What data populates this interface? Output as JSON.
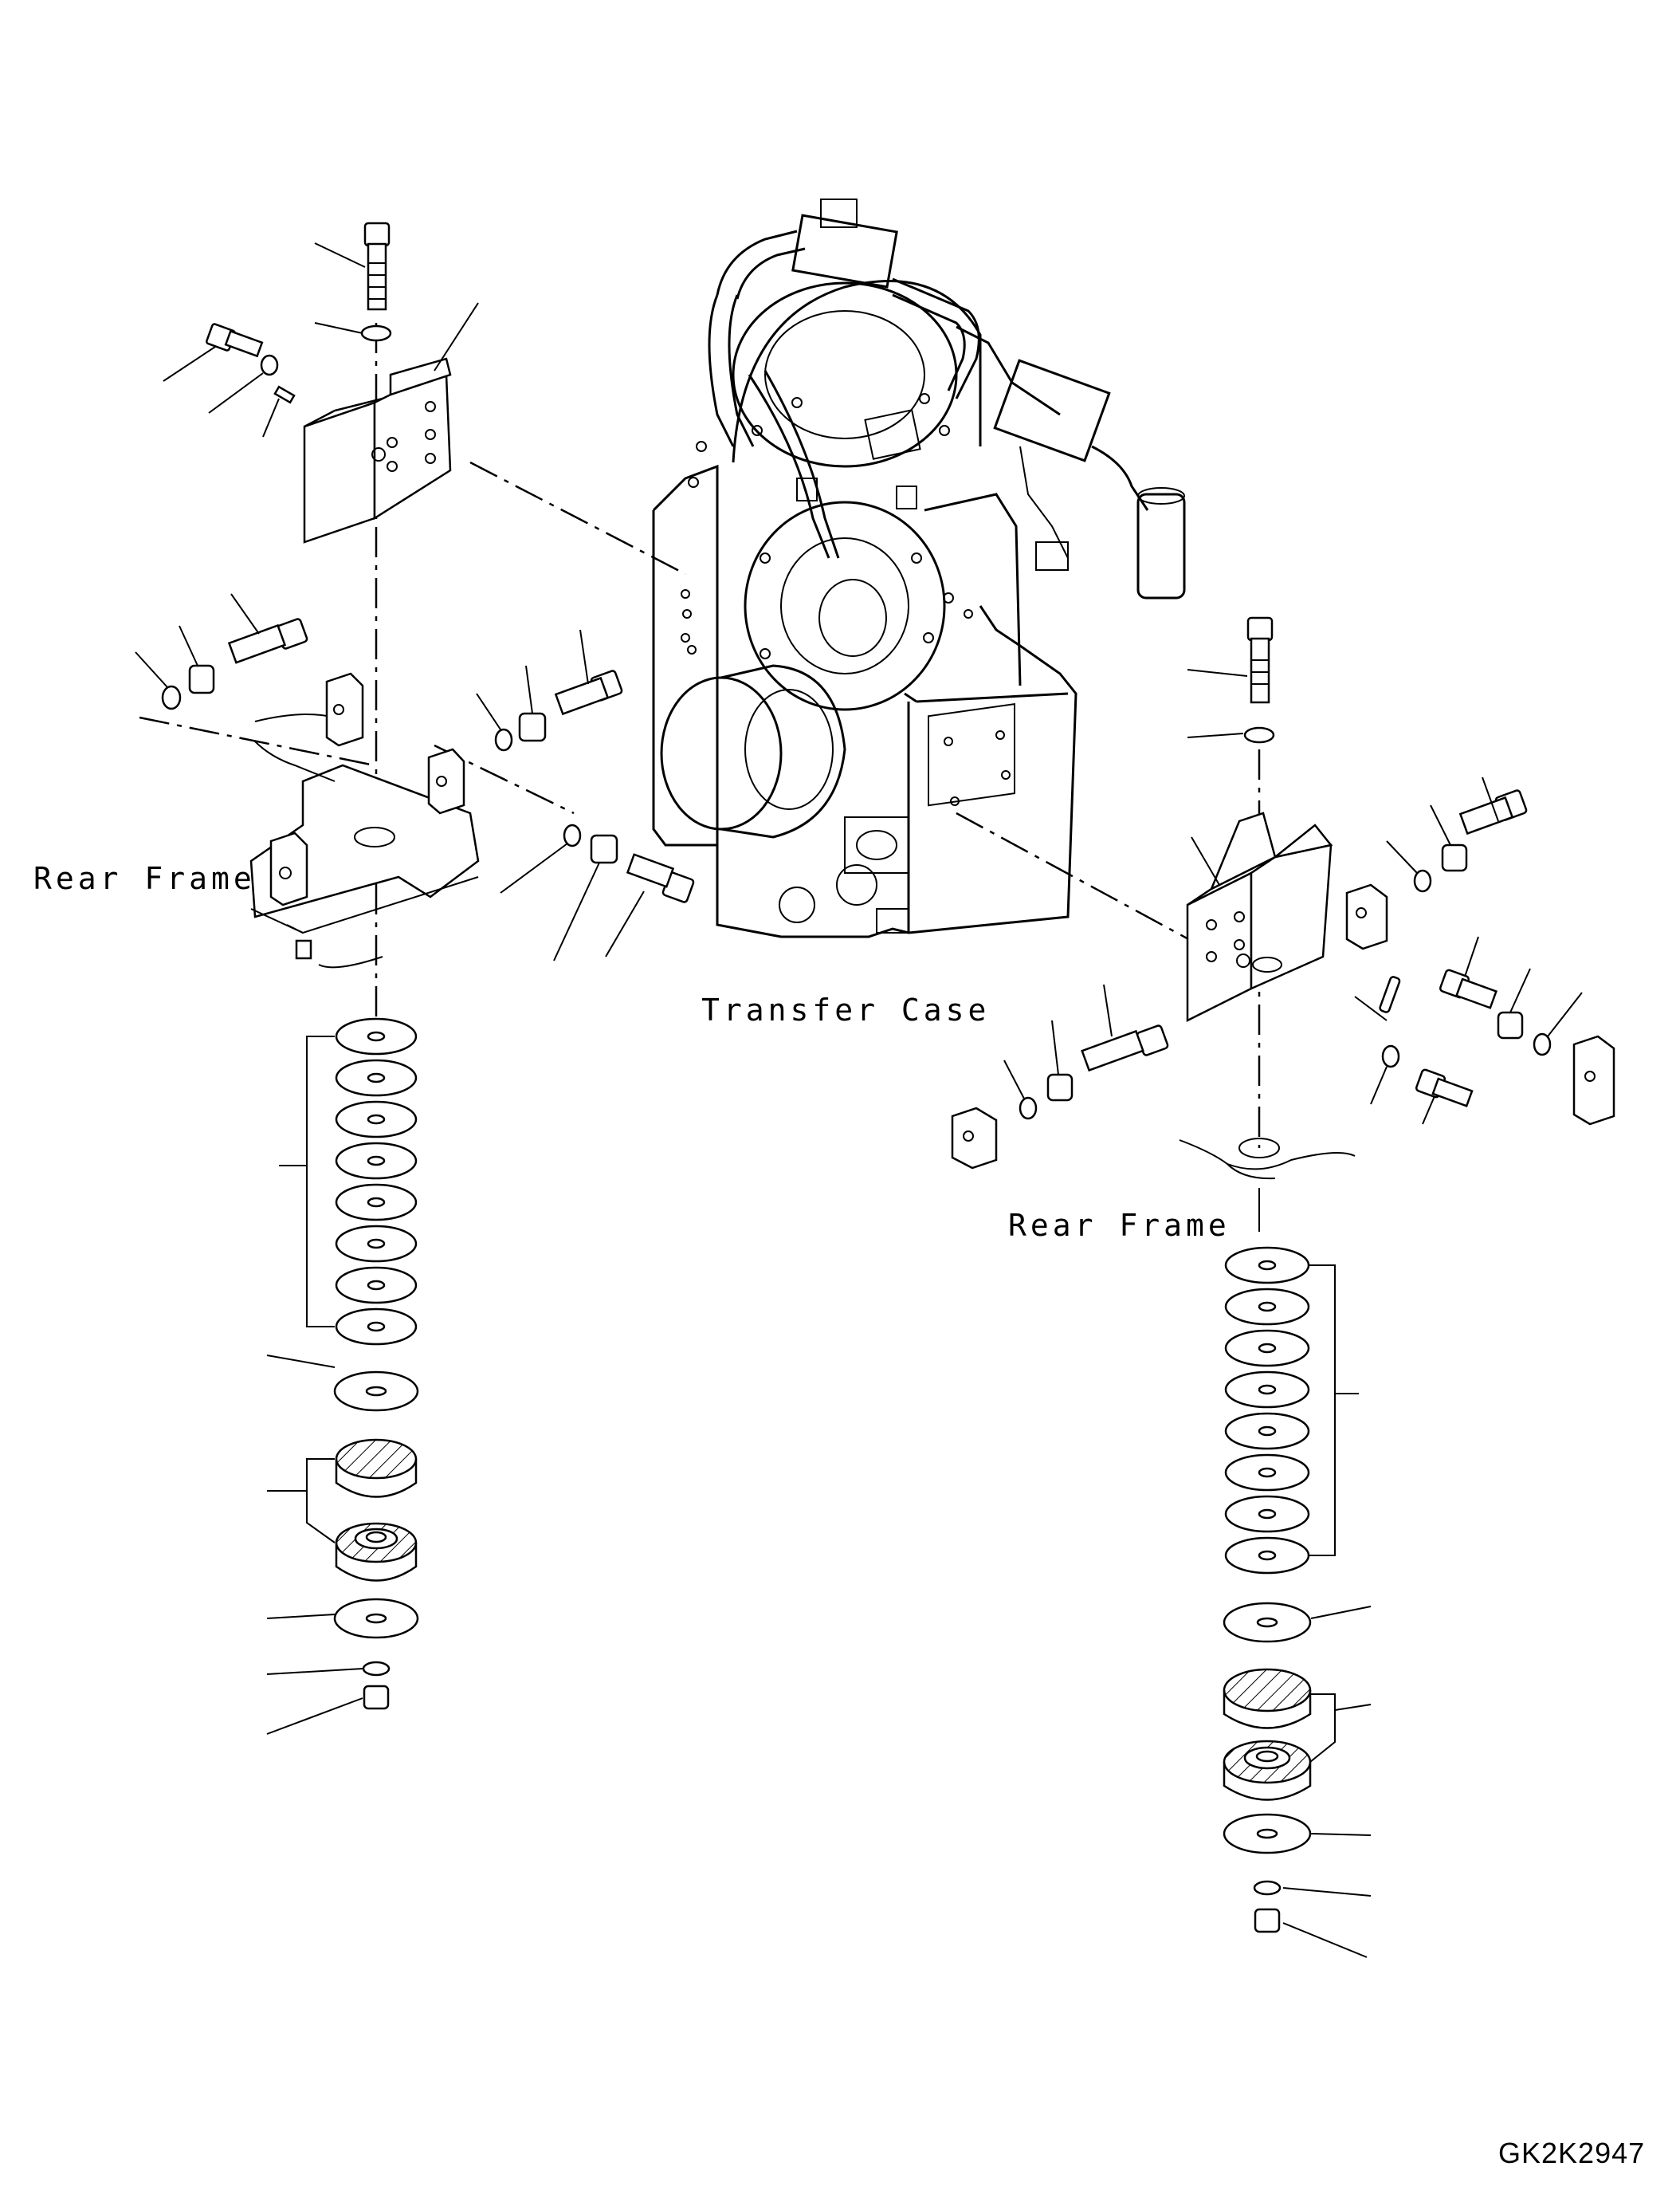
{
  "labels": {
    "rear_frame_left": "Rear Frame",
    "rear_frame_right": "Rear Frame",
    "transfer_case": "Transfer Case",
    "drawing_code": "GK2K2947"
  }
}
